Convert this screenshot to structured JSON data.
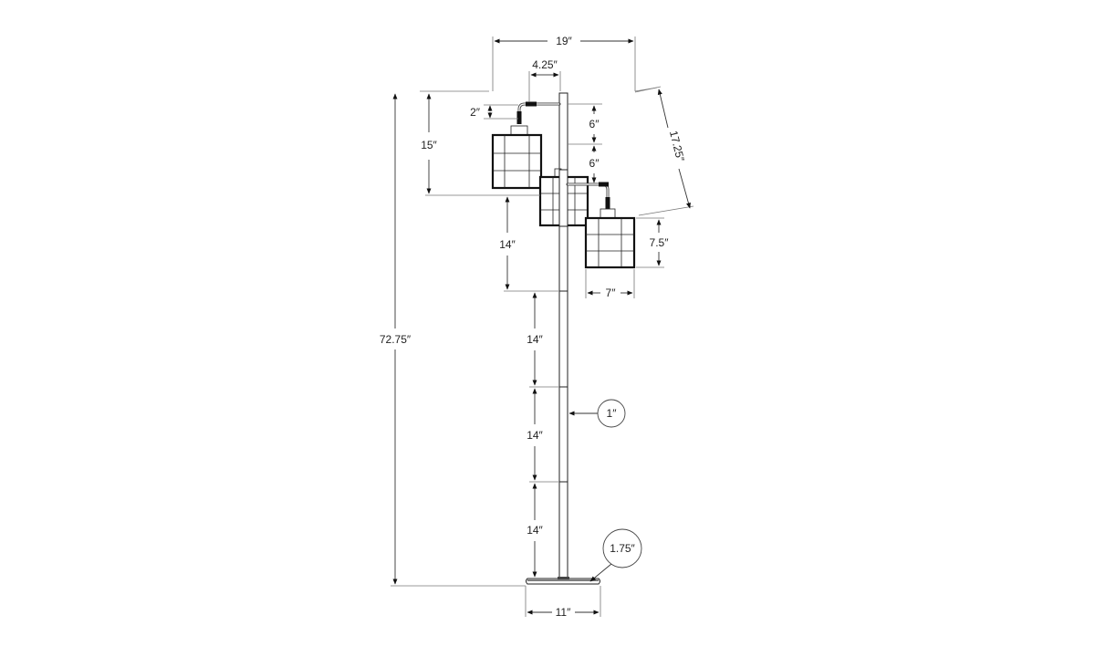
{
  "diagram": {
    "subject": "Three-light floor lamp dimension drawing",
    "units": "inches",
    "background": "#ffffff",
    "line_color": "#333333",
    "labels": {
      "overall_width": "19″",
      "arm_reach": "4.25″",
      "arm_drop": "2″",
      "top_shade_drop": "15″",
      "shade_offset_1": "6″",
      "shade_offset_2": "6″",
      "diagonal_span": "17.25″",
      "shade_height": "7.5″",
      "shade_width": "7″",
      "upper_pole_segment": "14″",
      "pole_segment_1": "14″",
      "pole_segment_2": "14″",
      "pole_segment_3": "14″",
      "overall_height": "72.75″",
      "pole_diameter": "1″",
      "base_height": "1.75″",
      "base_diameter": "11″"
    },
    "components": {
      "shades": 3,
      "pole_segments": 4,
      "base": "round disc"
    }
  }
}
